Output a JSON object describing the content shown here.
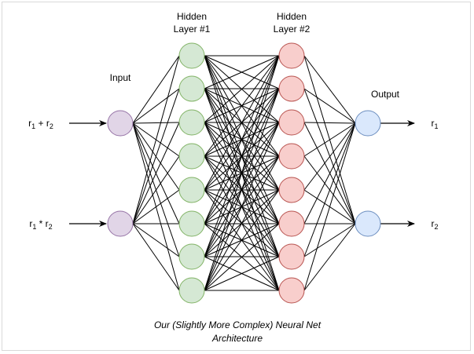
{
  "layers": {
    "input": {
      "label": "Input",
      "fill": "#e1d5e7",
      "stroke": "#9673a6",
      "count": 2
    },
    "hidden1": {
      "label_line1": "Hidden",
      "label_line2": "Layer #1",
      "fill": "#d5e8d4",
      "stroke": "#82b366",
      "count": 8
    },
    "hidden2": {
      "label_line1": "Hidden",
      "label_line2": "Layer #2",
      "fill": "#f8cecc",
      "stroke": "#b85450",
      "count": 8
    },
    "output": {
      "label": "Output",
      "fill": "#dae8fc",
      "stroke": "#6c8ebf",
      "count": 2
    }
  },
  "inputs": {
    "in1": {
      "base_a": "r",
      "sub_a": "1",
      "op": " + ",
      "base_b": "r",
      "sub_b": "2"
    },
    "in2": {
      "base_a": "r",
      "sub_a": "1",
      "op": " * ",
      "base_b": "r",
      "sub_b": "2"
    }
  },
  "outputs": {
    "out1": {
      "base": "r",
      "sub": "1"
    },
    "out2": {
      "base": "r",
      "sub": "2"
    }
  },
  "caption": {
    "line1": "Our (Slightly More Complex) Neural Net",
    "line2": "Architecture"
  },
  "colors": {
    "edge": "#000000",
    "frame": "#d9d9d9"
  }
}
